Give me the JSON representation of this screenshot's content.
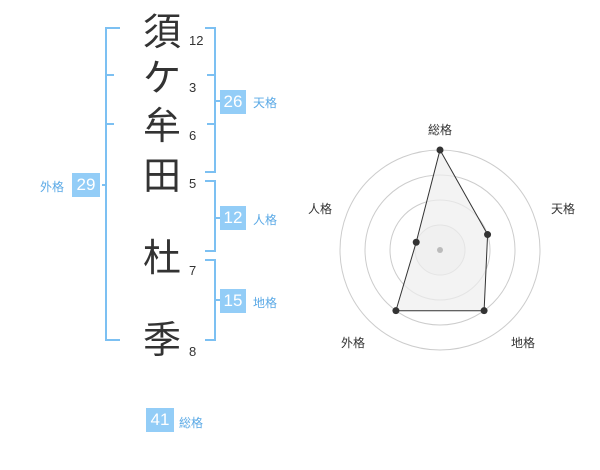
{
  "name": {
    "chars": [
      "須",
      "ケ",
      "牟",
      "田",
      "杜",
      "季"
    ],
    "strokes": [
      "12",
      "3",
      "6",
      "5",
      "7",
      "8"
    ]
  },
  "scores": {
    "tenkaku": {
      "value": "26",
      "label": "天格"
    },
    "jinkaku": {
      "value": "12",
      "label": "人格"
    },
    "chikaku": {
      "value": "15",
      "label": "地格"
    },
    "gaikaku": {
      "value": "29",
      "label": "外格"
    },
    "soukaku": {
      "value": "41",
      "label": "総格"
    }
  },
  "radar": {
    "axes": [
      "総格",
      "天格",
      "地格",
      "外格",
      "人格"
    ],
    "values": [
      4,
      2,
      3,
      3,
      1
    ],
    "max": 4,
    "colors": {
      "line": "#333333",
      "fill": "#eeeeee",
      "ring": "#cccccc",
      "center": "#bbbbbb"
    }
  },
  "colors": {
    "accent": "#93cdf7",
    "bracket": "#7cc0f2"
  }
}
